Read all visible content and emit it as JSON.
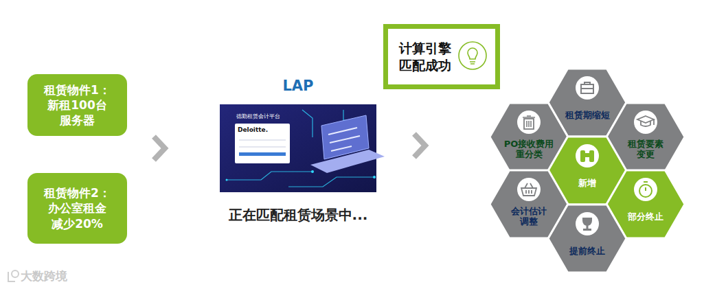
{
  "diagram": {
    "nodes": [
      {
        "text": [
          "租赁物件1： 新租100台 服务器"
        ]
      },
      {
        "text": [
          "租赁物件2： 办公室租金 减少20%"
        ]
      },
      {
        "text": [
          "LAP",
          "正在匹配租赁场景中..."
        ]
      },
      {
        "text": [
          "计算引擎 匹配成功"
        ]
      },
      {
        "text": [
          "租赁期缩短"
        ]
      },
      {
        "text": [
          "PO接收费用 重分类"
        ]
      },
      {
        "text": [
          "租赁要素 变更"
        ]
      },
      {
        "text": [
          "新增"
        ]
      },
      {
        "text": [
          "会计估计 调整"
        ]
      },
      {
        "text": [
          "部分终止"
        ]
      },
      {
        "text": [
          "提前终止"
        ]
      }
    ],
    "labels": [
      "德勤租赁会计平台",
      "Deloitte.",
      "大数跨境"
    ]
  }
}
